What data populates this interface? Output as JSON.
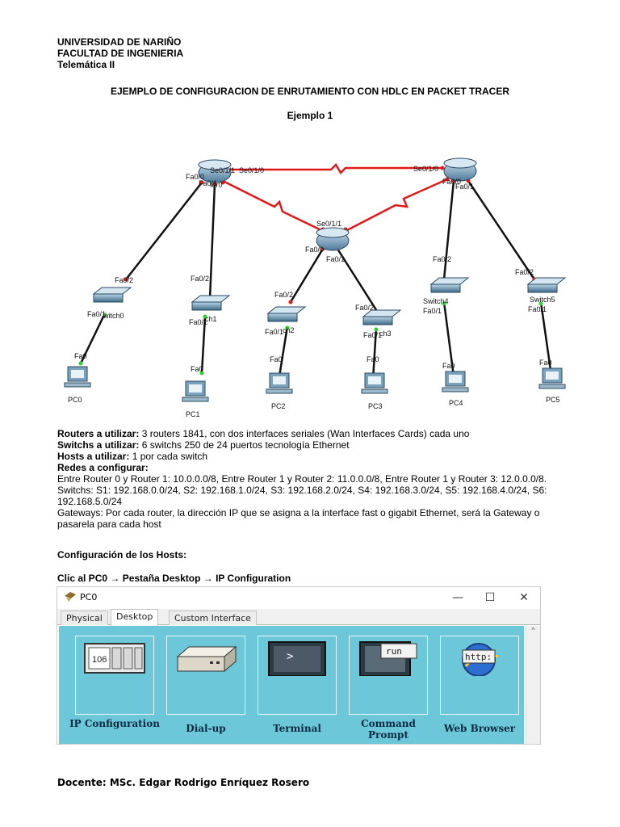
{
  "header": {
    "university": "UNIVERSIDAD DE NARIÑO",
    "faculty": "FACULTAD DE INGENIERIA",
    "course": "Telemática II"
  },
  "title": "EJEMPLO DE CONFIGURACION DE ENRUTAMIENTO CON HDLC EN PACKET TRACER",
  "subtitle": "Ejemplo 1",
  "topology": {
    "labels": {
      "r0_fa00": "Fa0/0",
      "r0_fa01": "Fa0/1",
      "r0_se011": "Se0/1/1",
      "r0_se010": "Se0/1/0",
      "r0_name_frag": "ter0",
      "r1_se010": "Se0/1/0",
      "r1_fa00": "Fa0/0",
      "r1_fa01": "Fa0/1",
      "r2_se011": "Se0/1/1",
      "r2_fa00": "Fa0/0",
      "r2_fa01": "Fa0/1",
      "fa02": "Fa0/2",
      "fa01": "Fa0/1",
      "fa0": "Fa0",
      "sw0": "witch0",
      "sw1": "ch1",
      "sw2": "ch2",
      "sw3": "ch3",
      "sw4": "Switch4",
      "sw5": "Switch5",
      "pc0": "PC0",
      "pc1": "PC1",
      "pc2": "PC2",
      "pc3": "PC3",
      "pc4": "PC4",
      "pc5": "PC5"
    },
    "colors": {
      "serial": "#e01818",
      "ethernet": "#111111",
      "port_up": "#2bd02b",
      "port_down": "#e01818"
    }
  },
  "body": {
    "routers_label": "Routers a utilizar:",
    "routers_text": " 3 routers 1841, con dos interfaces seriales (Wan Interfaces Cards) cada uno",
    "switchs_label": "Switchs a utilizar:",
    "switchs_text": " 6 switchs 250 de 24 puertos tecnología Ethernet",
    "hosts_label": "Hosts a utilizar:",
    "hosts_text": " 1 por cada switch",
    "redes_label": "Redes a configurar:",
    "redes_line1": "Entre Router 0 y Router 1: 10.0.0.0/8, Entre Router 1 y Router 2: 11.0.0.0/8, Entre Router 1 y Router 3: 12.0.0.0/8.",
    "redes_line2": "Switchs: S1: 192.168.0.0/24, S2: 192.168.1.0/24, S3: 192.168.2.0/24, S4: 192.168.3.0/24, S5: 192.168.4.0/24, S6:",
    "redes_line3": "192.168.5.0/24",
    "gateways": "Gateways: Por cada router, la dirección IP que se asigna a la interface fast o gigabit Ethernet, será la Gateway o pasarela para cada host"
  },
  "section_hosts": "Configuración de los Hosts:",
  "section_click": "Clic al PC0 → Pestaña Desktop → IP Configuration",
  "window": {
    "title": "PC0",
    "minimize": "—",
    "maximize": "☐",
    "close": "✕",
    "tabs": [
      "Physical",
      "Desktop",
      "Custom Interface"
    ],
    "active_tab": "Desktop",
    "scroll_up": "^",
    "apps": [
      {
        "label": "IP Configuration",
        "icon_text": "106"
      },
      {
        "label": "Dial-up",
        "icon_text": ""
      },
      {
        "label": "Terminal",
        "icon_text": ">"
      },
      {
        "label": "Command Prompt",
        "icon_text": "run"
      },
      {
        "label": "Web Browser",
        "icon_text": "http:"
      }
    ]
  },
  "footer": "Docente: MSc. Edgar Rodrigo Enríquez Rosero"
}
